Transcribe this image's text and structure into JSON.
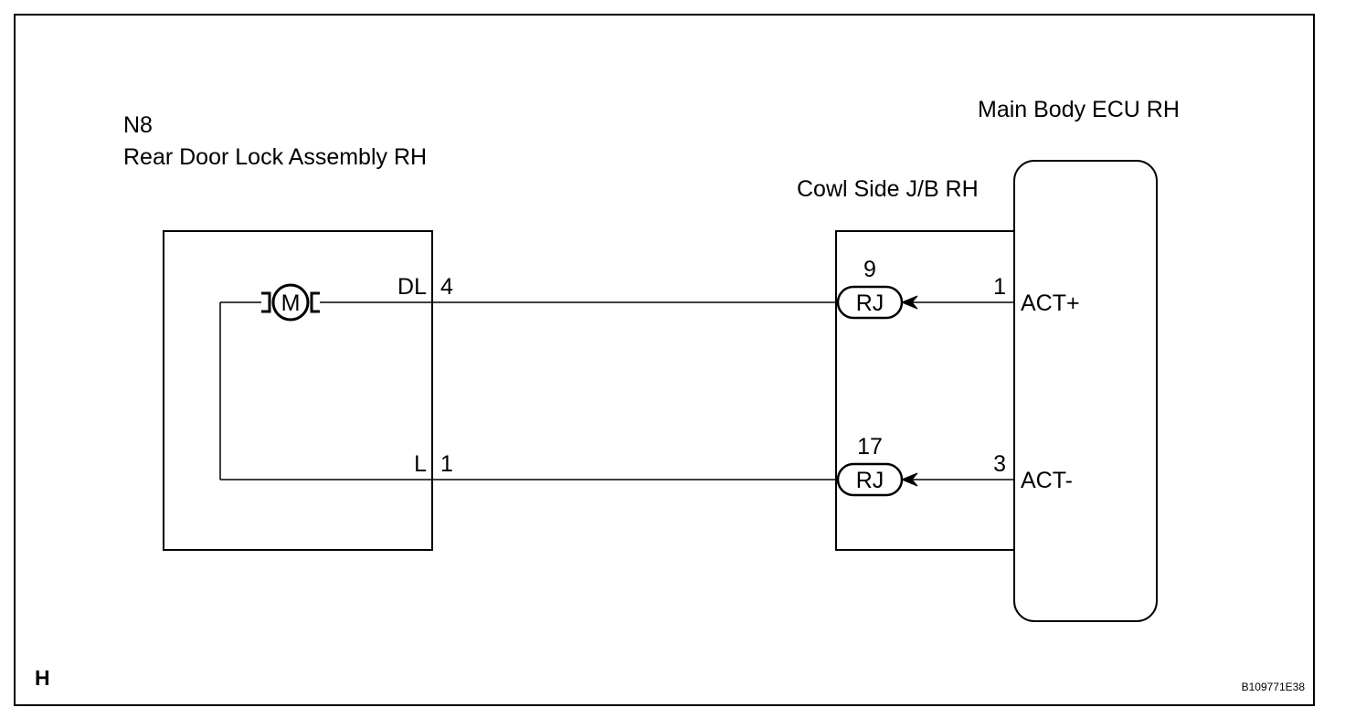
{
  "page_label": "H",
  "figure_code": "B109771E38",
  "door_lock": {
    "connector": "N8",
    "name": "Rear Door Lock Assembly RH",
    "motor_symbol": "M",
    "pins": [
      {
        "name": "DL",
        "number": "4"
      },
      {
        "name": "L",
        "number": "1"
      }
    ]
  },
  "junction_block": {
    "name": "Cowl Side J/B RH",
    "connectors": [
      {
        "pin": "9",
        "code": "RJ"
      },
      {
        "pin": "17",
        "code": "RJ"
      }
    ]
  },
  "ecu": {
    "name": "Main Body ECU RH",
    "pins": [
      {
        "number": "1",
        "name": "ACT+"
      },
      {
        "number": "3",
        "name": "ACT-"
      }
    ]
  }
}
